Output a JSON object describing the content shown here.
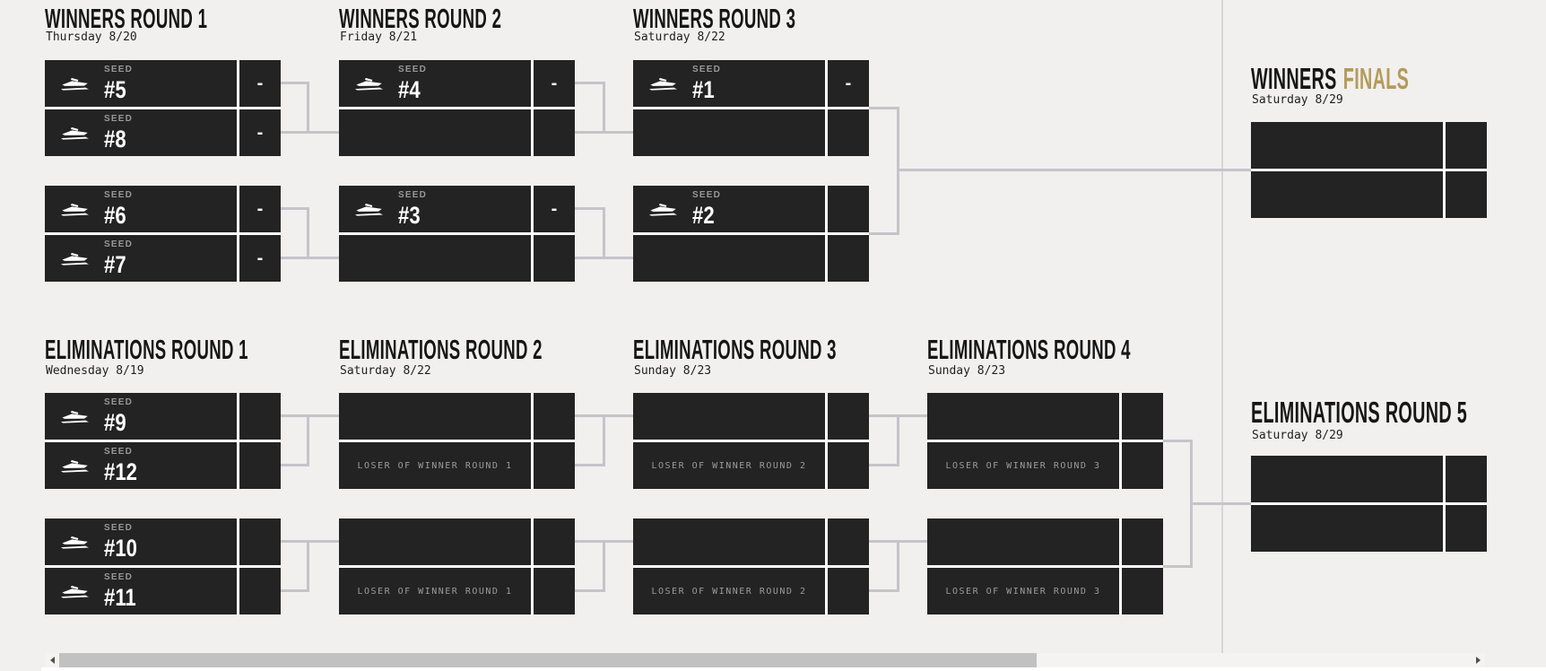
{
  "theme": {
    "background": "#f1f0ee",
    "box_color": "#232323",
    "accent_gold": "#b49b5b",
    "connector_color": "#c5c4ca",
    "seed_label_color": "#989898",
    "placeholder_color": "#9b9b9b"
  },
  "labels": {
    "seed": "SEED"
  },
  "winners_bracket": {
    "rounds": [
      {
        "title": "WINNERS ROUND 1",
        "date": "Thursday 8/20"
      },
      {
        "title": "WINNERS ROUND 2",
        "date": "Friday 8/21"
      },
      {
        "title": "WINNERS ROUND 3",
        "date": "Saturday 8/22"
      }
    ],
    "finals": {
      "title": "WINNERS",
      "title_accent": "FINALS",
      "date": "Saturday 8/29"
    }
  },
  "eliminations_bracket": {
    "rounds": [
      {
        "title": "ELIMINATIONS ROUND 1",
        "date": "Wednesday 8/19"
      },
      {
        "title": "ELIMINATIONS ROUND 2",
        "date": "Saturday 8/22"
      },
      {
        "title": "ELIMINATIONS ROUND 3",
        "date": "Sunday 8/23"
      },
      {
        "title": "ELIMINATIONS ROUND 4",
        "date": "Sunday 8/23"
      },
      {
        "title": "ELIMINATIONS ROUND 5",
        "date": "Saturday 8/29"
      }
    ]
  },
  "slots": {
    "s5": {
      "seed": "#5",
      "score": "-"
    },
    "s8": {
      "seed": "#8",
      "score": "-"
    },
    "s6": {
      "seed": "#6",
      "score": "-"
    },
    "s7": {
      "seed": "#7",
      "score": "-"
    },
    "s4": {
      "seed": "#4",
      "score": "-"
    },
    "s3": {
      "seed": "#3",
      "score": "-"
    },
    "s1": {
      "seed": "#1",
      "score": "-"
    },
    "s2": {
      "seed": "#2",
      "score": ""
    },
    "s9": {
      "seed": "#9",
      "score": ""
    },
    "s12": {
      "seed": "#12",
      "score": ""
    },
    "s10": {
      "seed": "#10",
      "score": ""
    },
    "s11": {
      "seed": "#11",
      "score": ""
    }
  },
  "placeholders": {
    "loser_wr1": "LOSER OF WINNER ROUND 1",
    "loser_wr2": "LOSER OF WINNER ROUND 2",
    "loser_wr3": "LOSER OF WINNER ROUND 3"
  }
}
